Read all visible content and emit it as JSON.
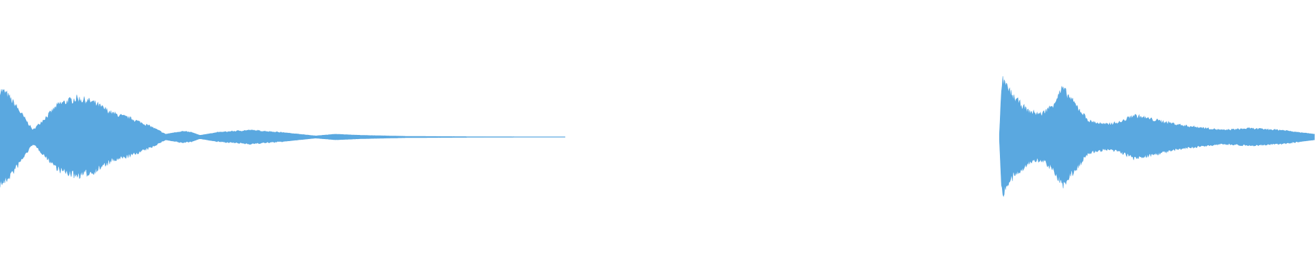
{
  "waveform": {
    "color": "#5aa8e0",
    "clips": [
      {
        "id": "clip-1",
        "start": 0.0,
        "end": 0.43,
        "envelope": [
          [
            0.0,
            0.82
          ],
          [
            0.004,
            0.78
          ],
          [
            0.012,
            0.55
          ],
          [
            0.025,
            0.12
          ],
          [
            0.032,
            0.28
          ],
          [
            0.045,
            0.58
          ],
          [
            0.058,
            0.68
          ],
          [
            0.07,
            0.62
          ],
          [
            0.085,
            0.42
          ],
          [
            0.1,
            0.32
          ],
          [
            0.115,
            0.18
          ],
          [
            0.126,
            0.05
          ],
          [
            0.138,
            0.1
          ],
          [
            0.146,
            0.08
          ],
          [
            0.152,
            0.03
          ],
          [
            0.165,
            0.08
          ],
          [
            0.19,
            0.12
          ],
          [
            0.215,
            0.08
          ],
          [
            0.24,
            0.02
          ],
          [
            0.255,
            0.05
          ],
          [
            0.275,
            0.03
          ],
          [
            0.31,
            0.012
          ],
          [
            0.36,
            0.006
          ],
          [
            0.43,
            0.002
          ]
        ]
      },
      {
        "id": "clip-2",
        "start": 0.76,
        "end": 1.0,
        "envelope": [
          [
            0.76,
            0.05
          ],
          [
            0.762,
            1.0
          ],
          [
            0.77,
            0.72
          ],
          [
            0.782,
            0.45
          ],
          [
            0.792,
            0.4
          ],
          [
            0.8,
            0.55
          ],
          [
            0.808,
            0.85
          ],
          [
            0.816,
            0.62
          ],
          [
            0.828,
            0.28
          ],
          [
            0.84,
            0.22
          ],
          [
            0.852,
            0.26
          ],
          [
            0.862,
            0.38
          ],
          [
            0.878,
            0.3
          ],
          [
            0.9,
            0.2
          ],
          [
            0.93,
            0.12
          ],
          [
            0.95,
            0.15
          ],
          [
            0.975,
            0.12
          ],
          [
            1.0,
            0.05
          ]
        ]
      }
    ]
  }
}
